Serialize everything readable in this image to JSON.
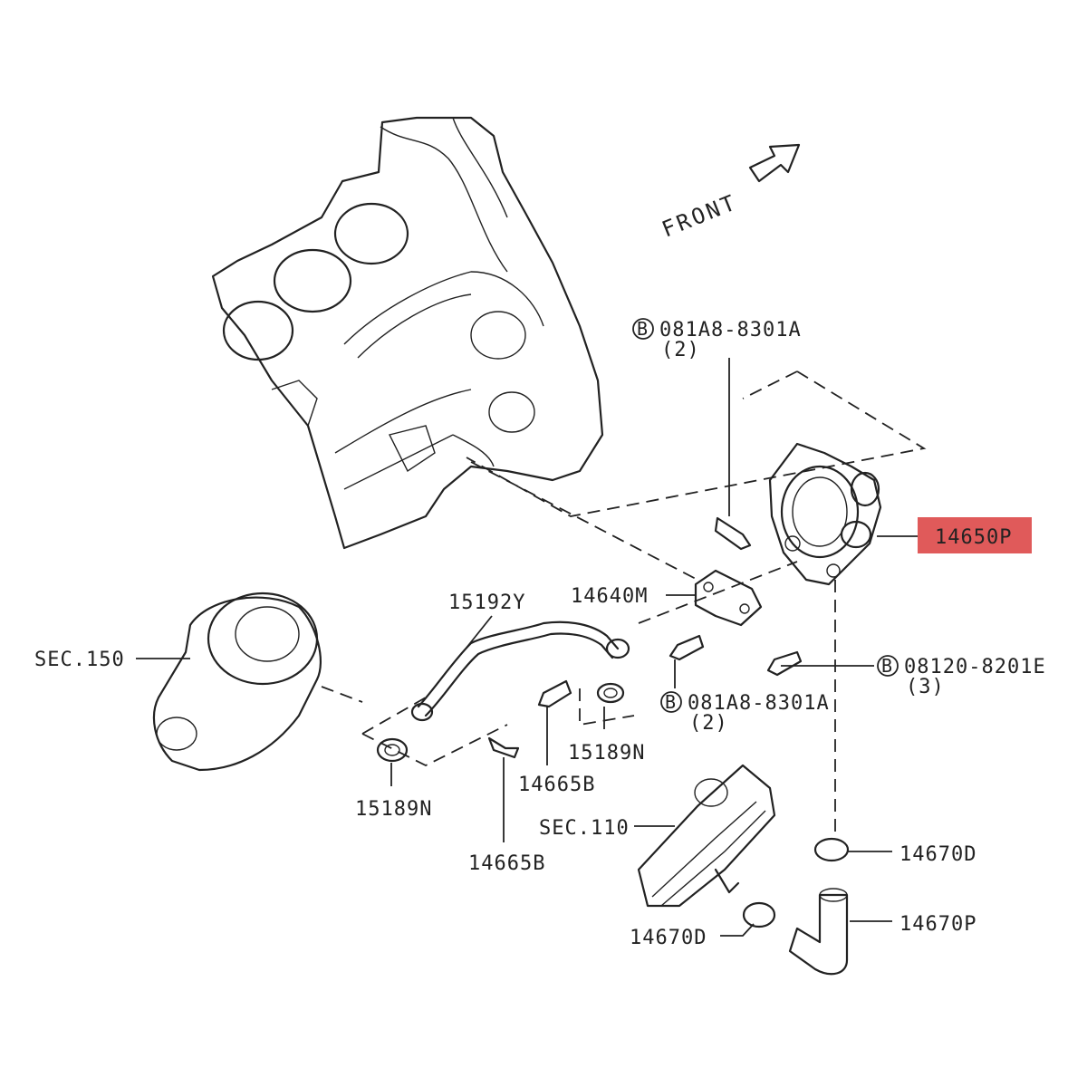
{
  "front_label": "FRONT",
  "labels": {
    "bolt_top_ref": "081A8-8301A",
    "bolt_top_qty": "(2)",
    "bolt_top_marker": "B",
    "pump": "14650P",
    "bracket": "14640M",
    "tube": "15192Y",
    "sec150": "SEC.150",
    "bolt_right_ref": "08120-8201E",
    "bolt_right_qty": "(3)",
    "bolt_right_marker": "B",
    "bolt_mid_ref": "081A8-8301A",
    "bolt_mid_qty": "(2)",
    "bolt_mid_marker": "B",
    "clamp_right": "15189N",
    "clamp_left": "15189N",
    "bolt_a": "14665B",
    "bolt_b": "14665B",
    "sec110": "SEC.110",
    "clip_right": "14670D",
    "clip_left": "14670D",
    "hose": "14670P"
  },
  "highlight_color": "#e05a5a"
}
